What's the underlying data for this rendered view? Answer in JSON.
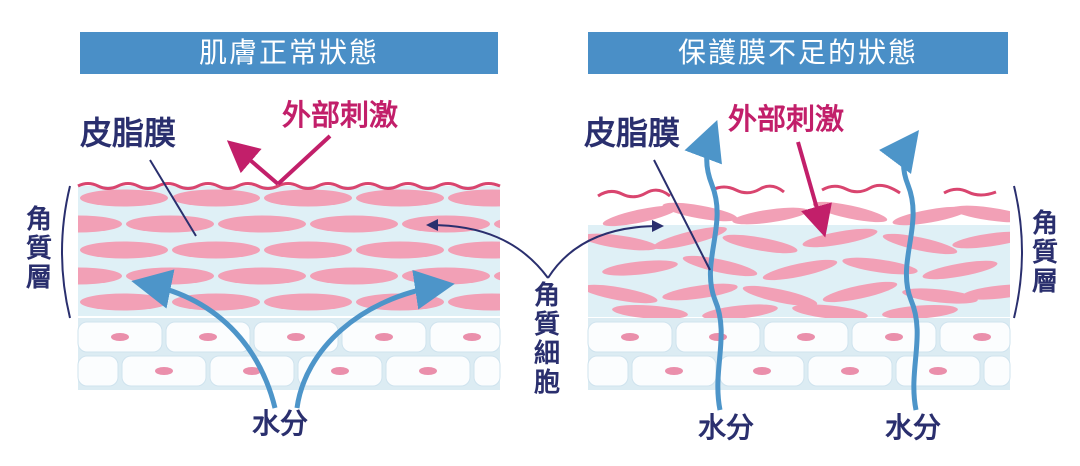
{
  "colors": {
    "title_bar": "#4a8fc7",
    "navy_text": "#2a2f6e",
    "magenta_text": "#c21f6a",
    "cell_pink": "#f2a0b6",
    "water_arrow": "#4d95c9"
  },
  "left_panel": {
    "title": "肌膚正常狀態",
    "sebum_label": "皮脂膜",
    "stimulus_label": "外部刺激",
    "water_label": "水分",
    "stratum_label": "角質層"
  },
  "right_panel": {
    "title": "保護膜不足的狀態",
    "sebum_label": "皮脂膜",
    "stimulus_label": "外部刺激",
    "water_label_1": "水分",
    "water_label_2": "水分",
    "stratum_label": "角質層"
  },
  "center": {
    "corneocyte_label": "角質細胞"
  }
}
